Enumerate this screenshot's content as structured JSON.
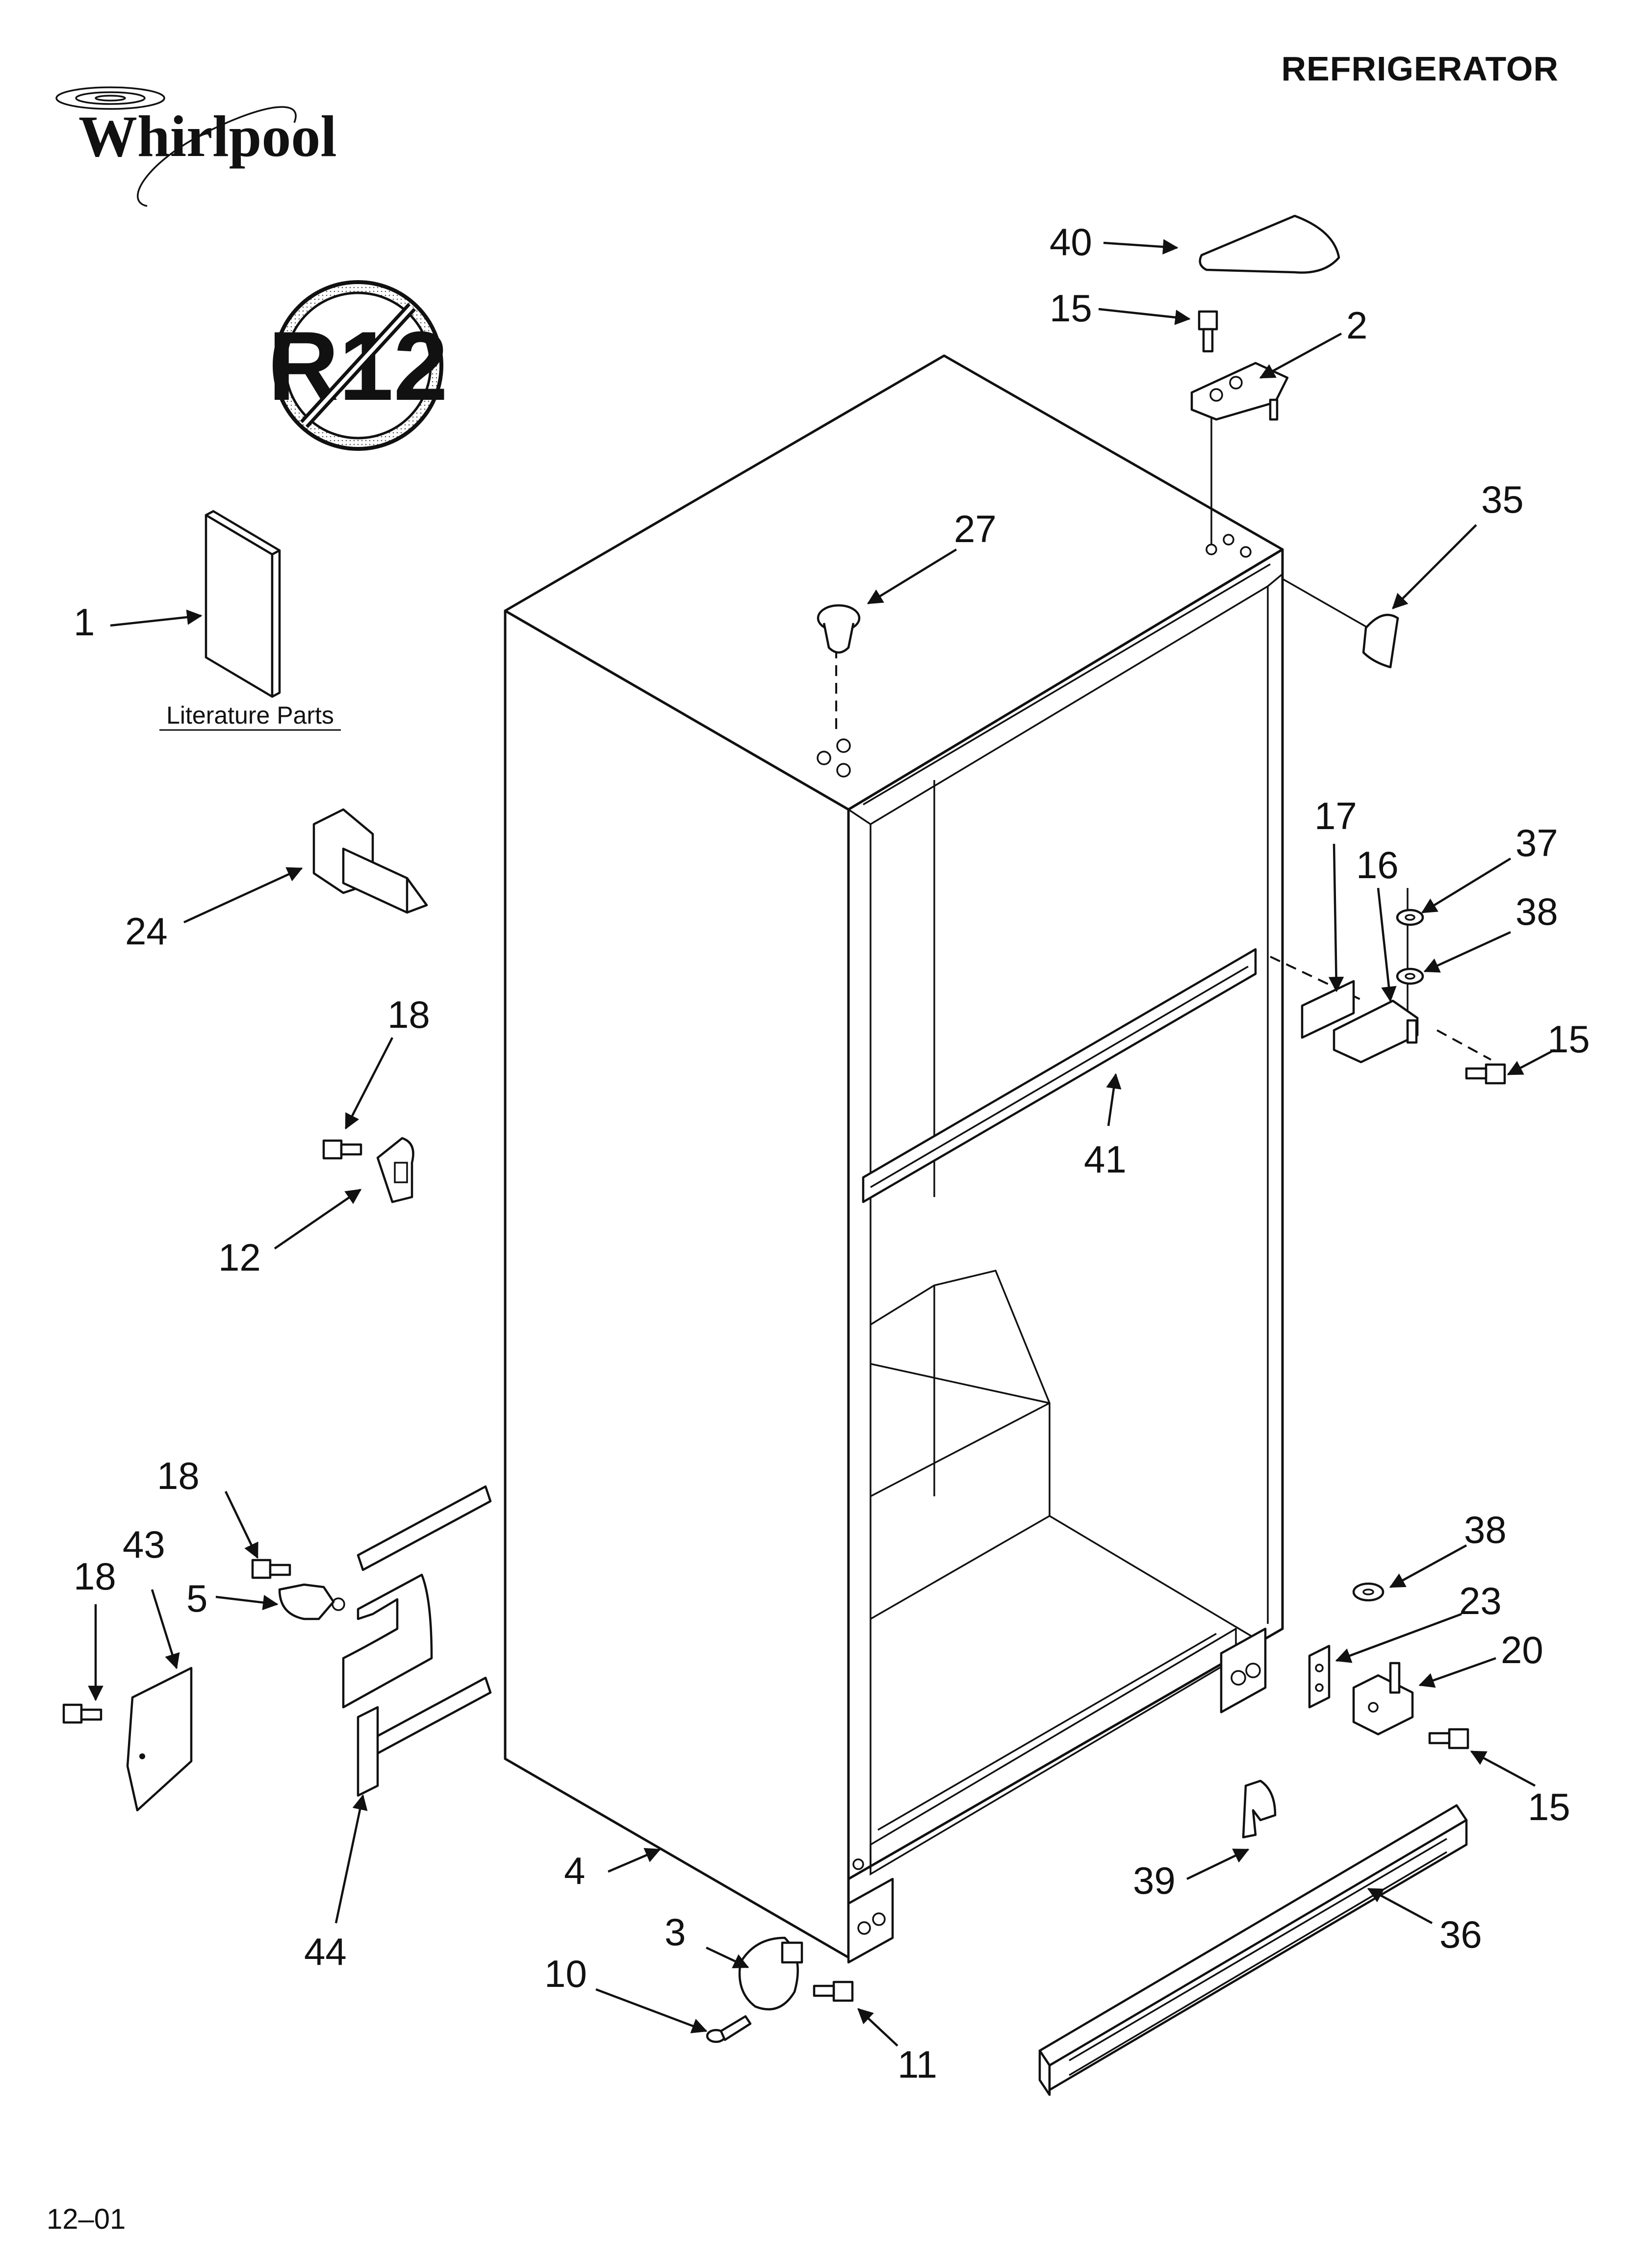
{
  "header": {
    "title": "REFRIGERATOR",
    "brand": "Whirlpool"
  },
  "badge": {
    "text": "R12"
  },
  "literature": {
    "label": "Literature Parts"
  },
  "footer": {
    "code": "12–01"
  },
  "callouts": {
    "c1": "1",
    "c2": "2",
    "c3": "3",
    "c4": "4",
    "c5": "5",
    "c10": "10",
    "c11": "11",
    "c12": "12",
    "c15a": "15",
    "c15b": "15",
    "c15c": "15",
    "c16": "16",
    "c17": "17",
    "c18a": "18",
    "c18b": "18",
    "c18c": "18",
    "c20": "20",
    "c23": "23",
    "c24": "24",
    "c27": "27",
    "c35": "35",
    "c36": "36",
    "c37": "37",
    "c38a": "38",
    "c38b": "38",
    "c39": "39",
    "c40": "40",
    "c41": "41",
    "c43": "43",
    "c44": "44"
  }
}
